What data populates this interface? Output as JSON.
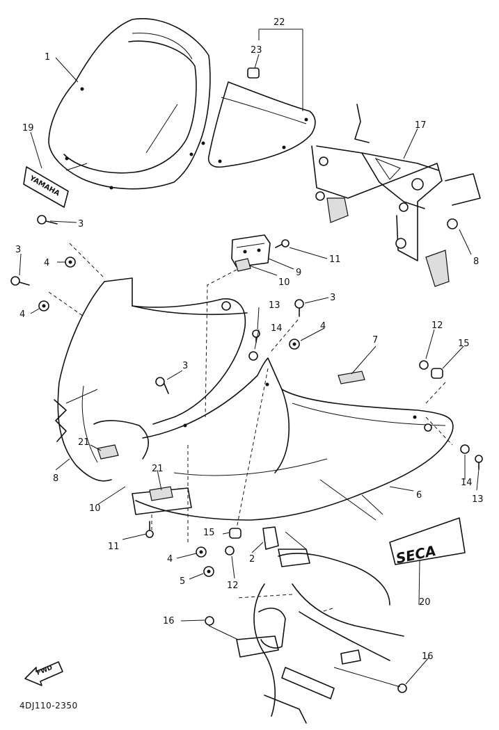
{
  "diagram": {
    "catalog_code": "4DJ110-2350",
    "fwd_label": "FWD",
    "decal_seca": "SECA",
    "decal_yamaha": "YAMAHA",
    "callouts": {
      "c1": "1",
      "c2": "2",
      "c3a": "3",
      "c3b": "3",
      "c3c": "3",
      "c3d": "3",
      "c4a": "4",
      "c4b": "4",
      "c4c": "4",
      "c4d": "4",
      "c5": "5",
      "c6": "6",
      "c7": "7",
      "c8a": "8",
      "c8b": "8",
      "c9": "9",
      "c10a": "10",
      "c10b": "10",
      "c11a": "11",
      "c11b": "11",
      "c12a": "12",
      "c12b": "12",
      "c13a": "13",
      "c13b": "13",
      "c14a": "14",
      "c14b": "14",
      "c15a": "15",
      "c15b": "15",
      "c16a": "16",
      "c16b": "16",
      "c17": "17",
      "c19": "19",
      "c20": "20",
      "c21a": "21",
      "c21b": "21",
      "c22": "22",
      "c23": "23"
    }
  }
}
